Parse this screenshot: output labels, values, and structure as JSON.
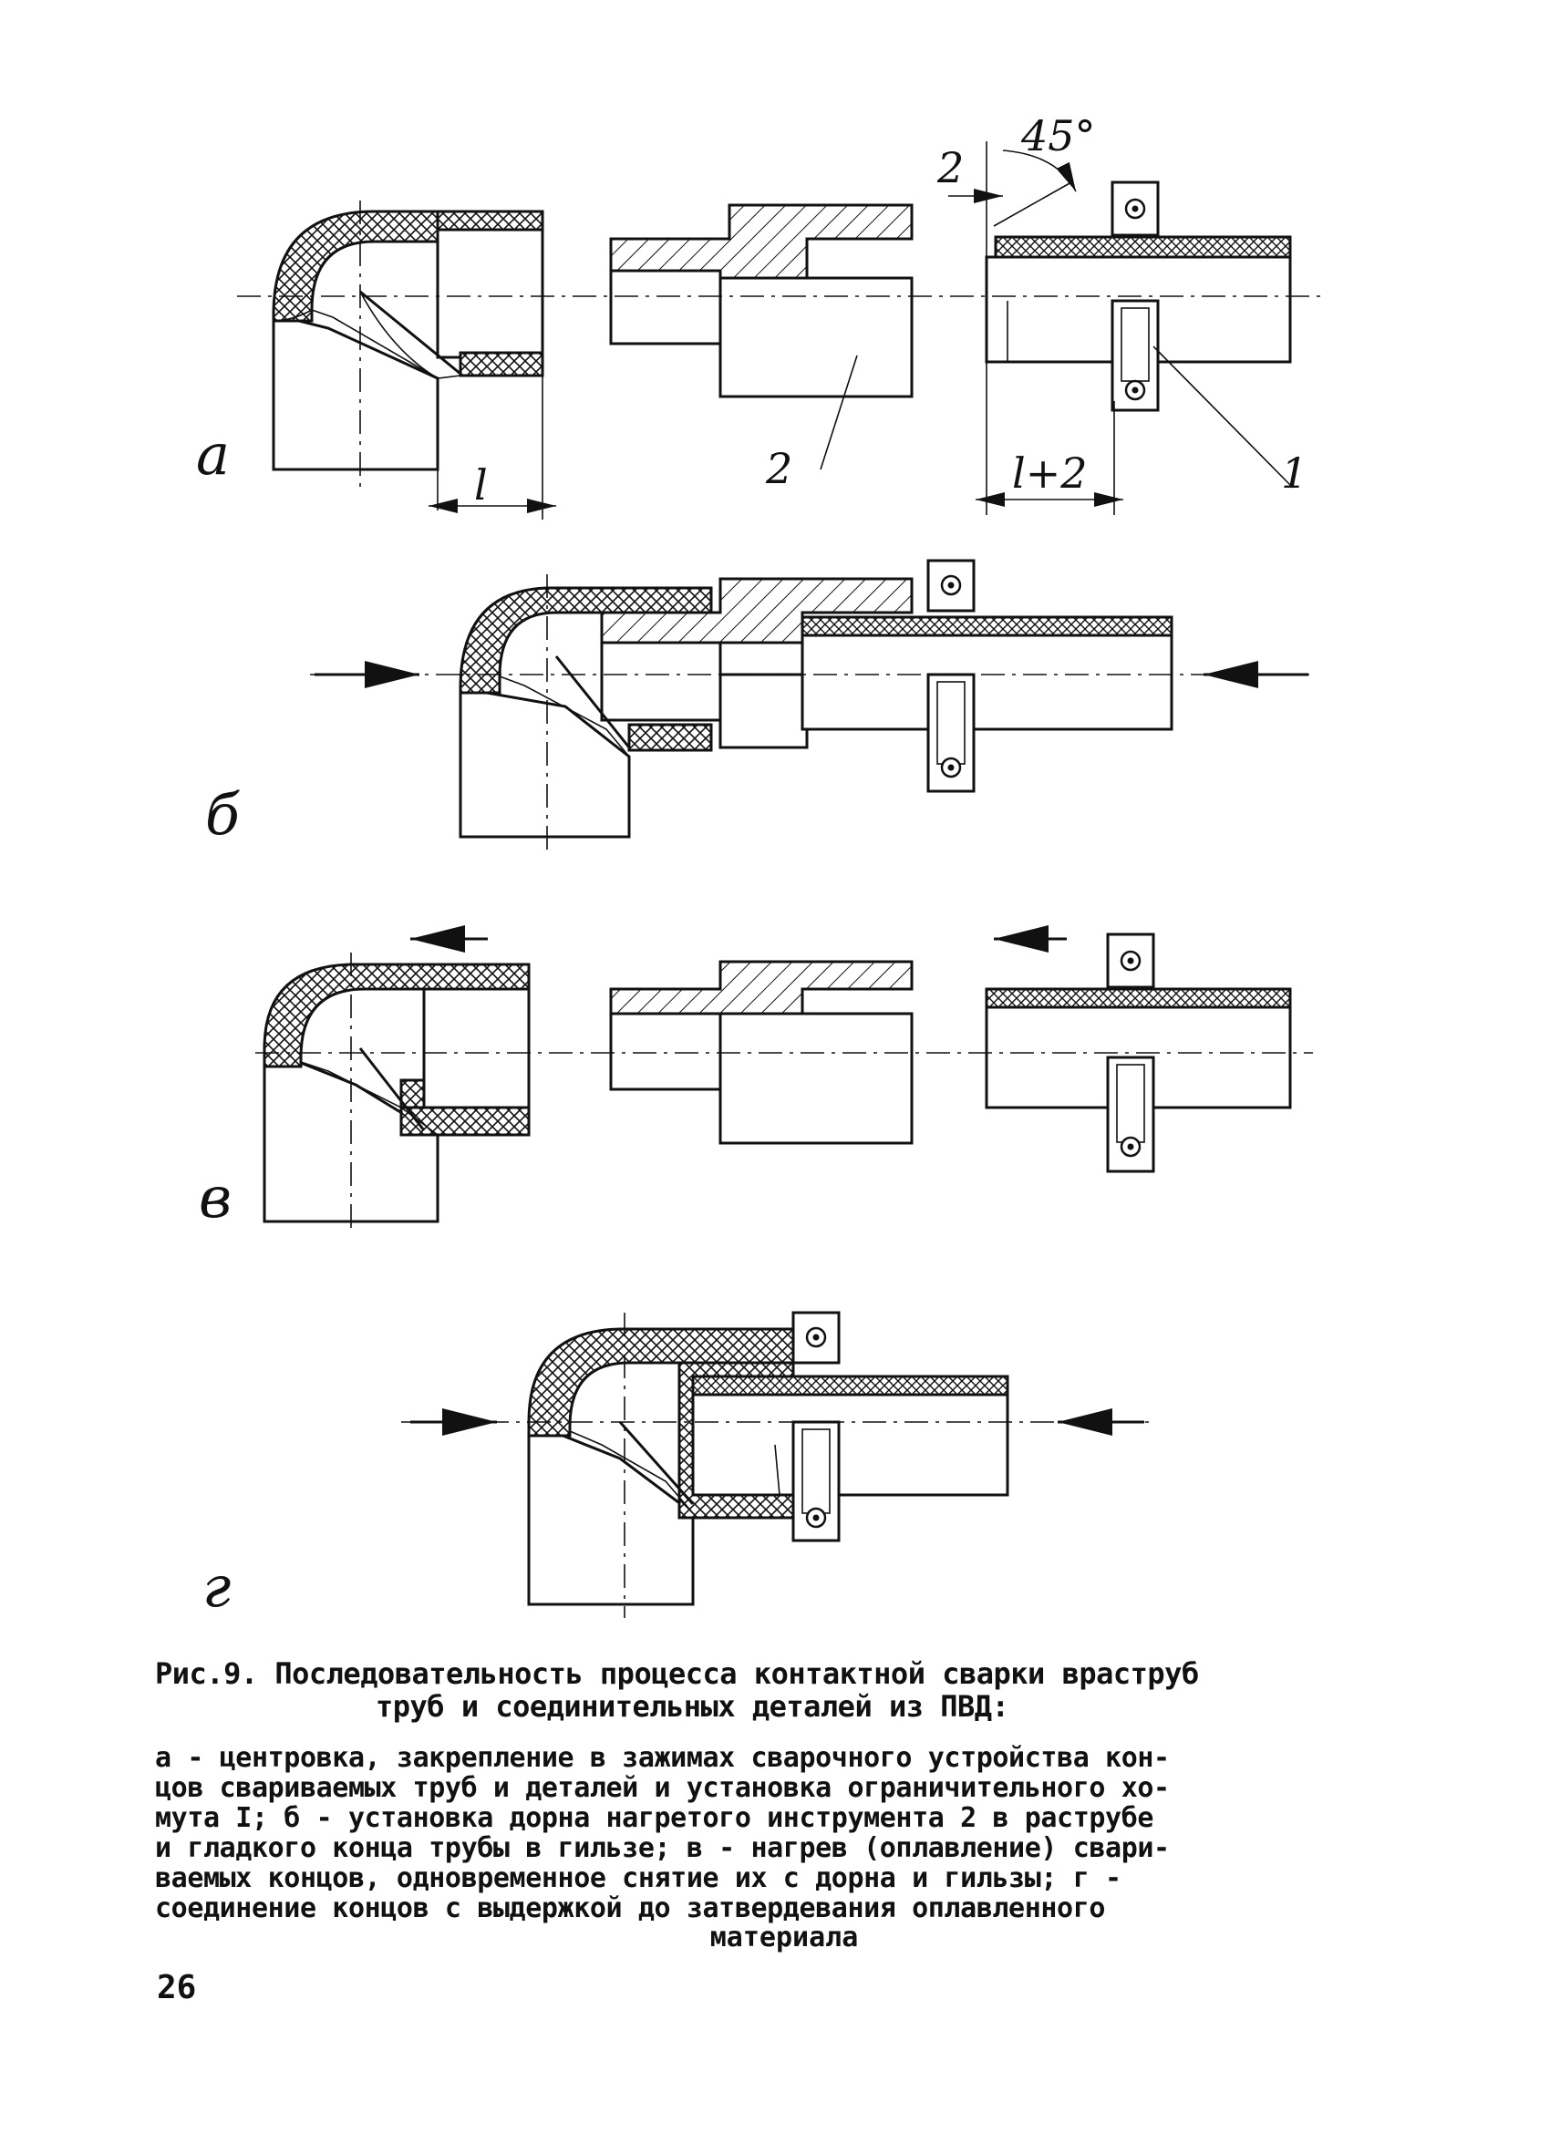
{
  "figure": {
    "stage_labels": [
      "а",
      "б",
      "в",
      "г"
    ],
    "dimension_labels": {
      "socket_depth": "l",
      "pipe_depth": "l+2",
      "offset": "2",
      "angle": "45°"
    },
    "callouts": {
      "clamp": "1",
      "heated_tool": "2"
    }
  },
  "caption": {
    "title_line1": "Рис.9. Последовательность процесса контактной сварки враструб",
    "title_line2": "труб и соединительных деталей из ПВД:",
    "body": "а - центровка, закрепление в зажимах сварочного устройства кон-\nцов свариваемых труб и деталей и установка ограничительного хо-\nмута I; б - установка дорна нагретого инструмента 2 в раструбе\nи гладкого конца трубы в гильзе; в - нагрев (оплавление) свари-\nваемых концов, одновременное снятие их с дорна и гильзы; г -\nсоединение концов с выдержкой до затвердевания оплавленного",
    "body_end": "материала"
  },
  "page_number": "26"
}
